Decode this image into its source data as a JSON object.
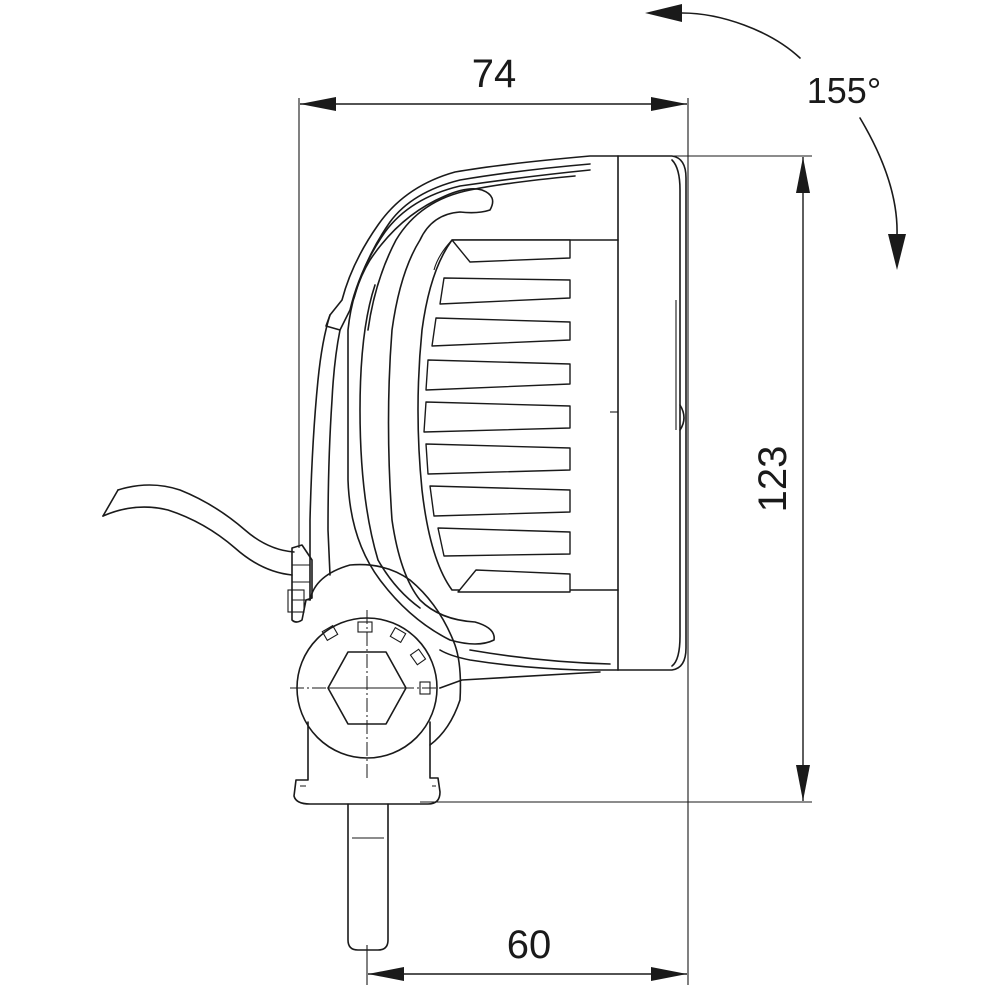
{
  "dimensions": {
    "width_top": "74",
    "width_bottom": "60",
    "height": "123",
    "rotation": "155°"
  }
}
